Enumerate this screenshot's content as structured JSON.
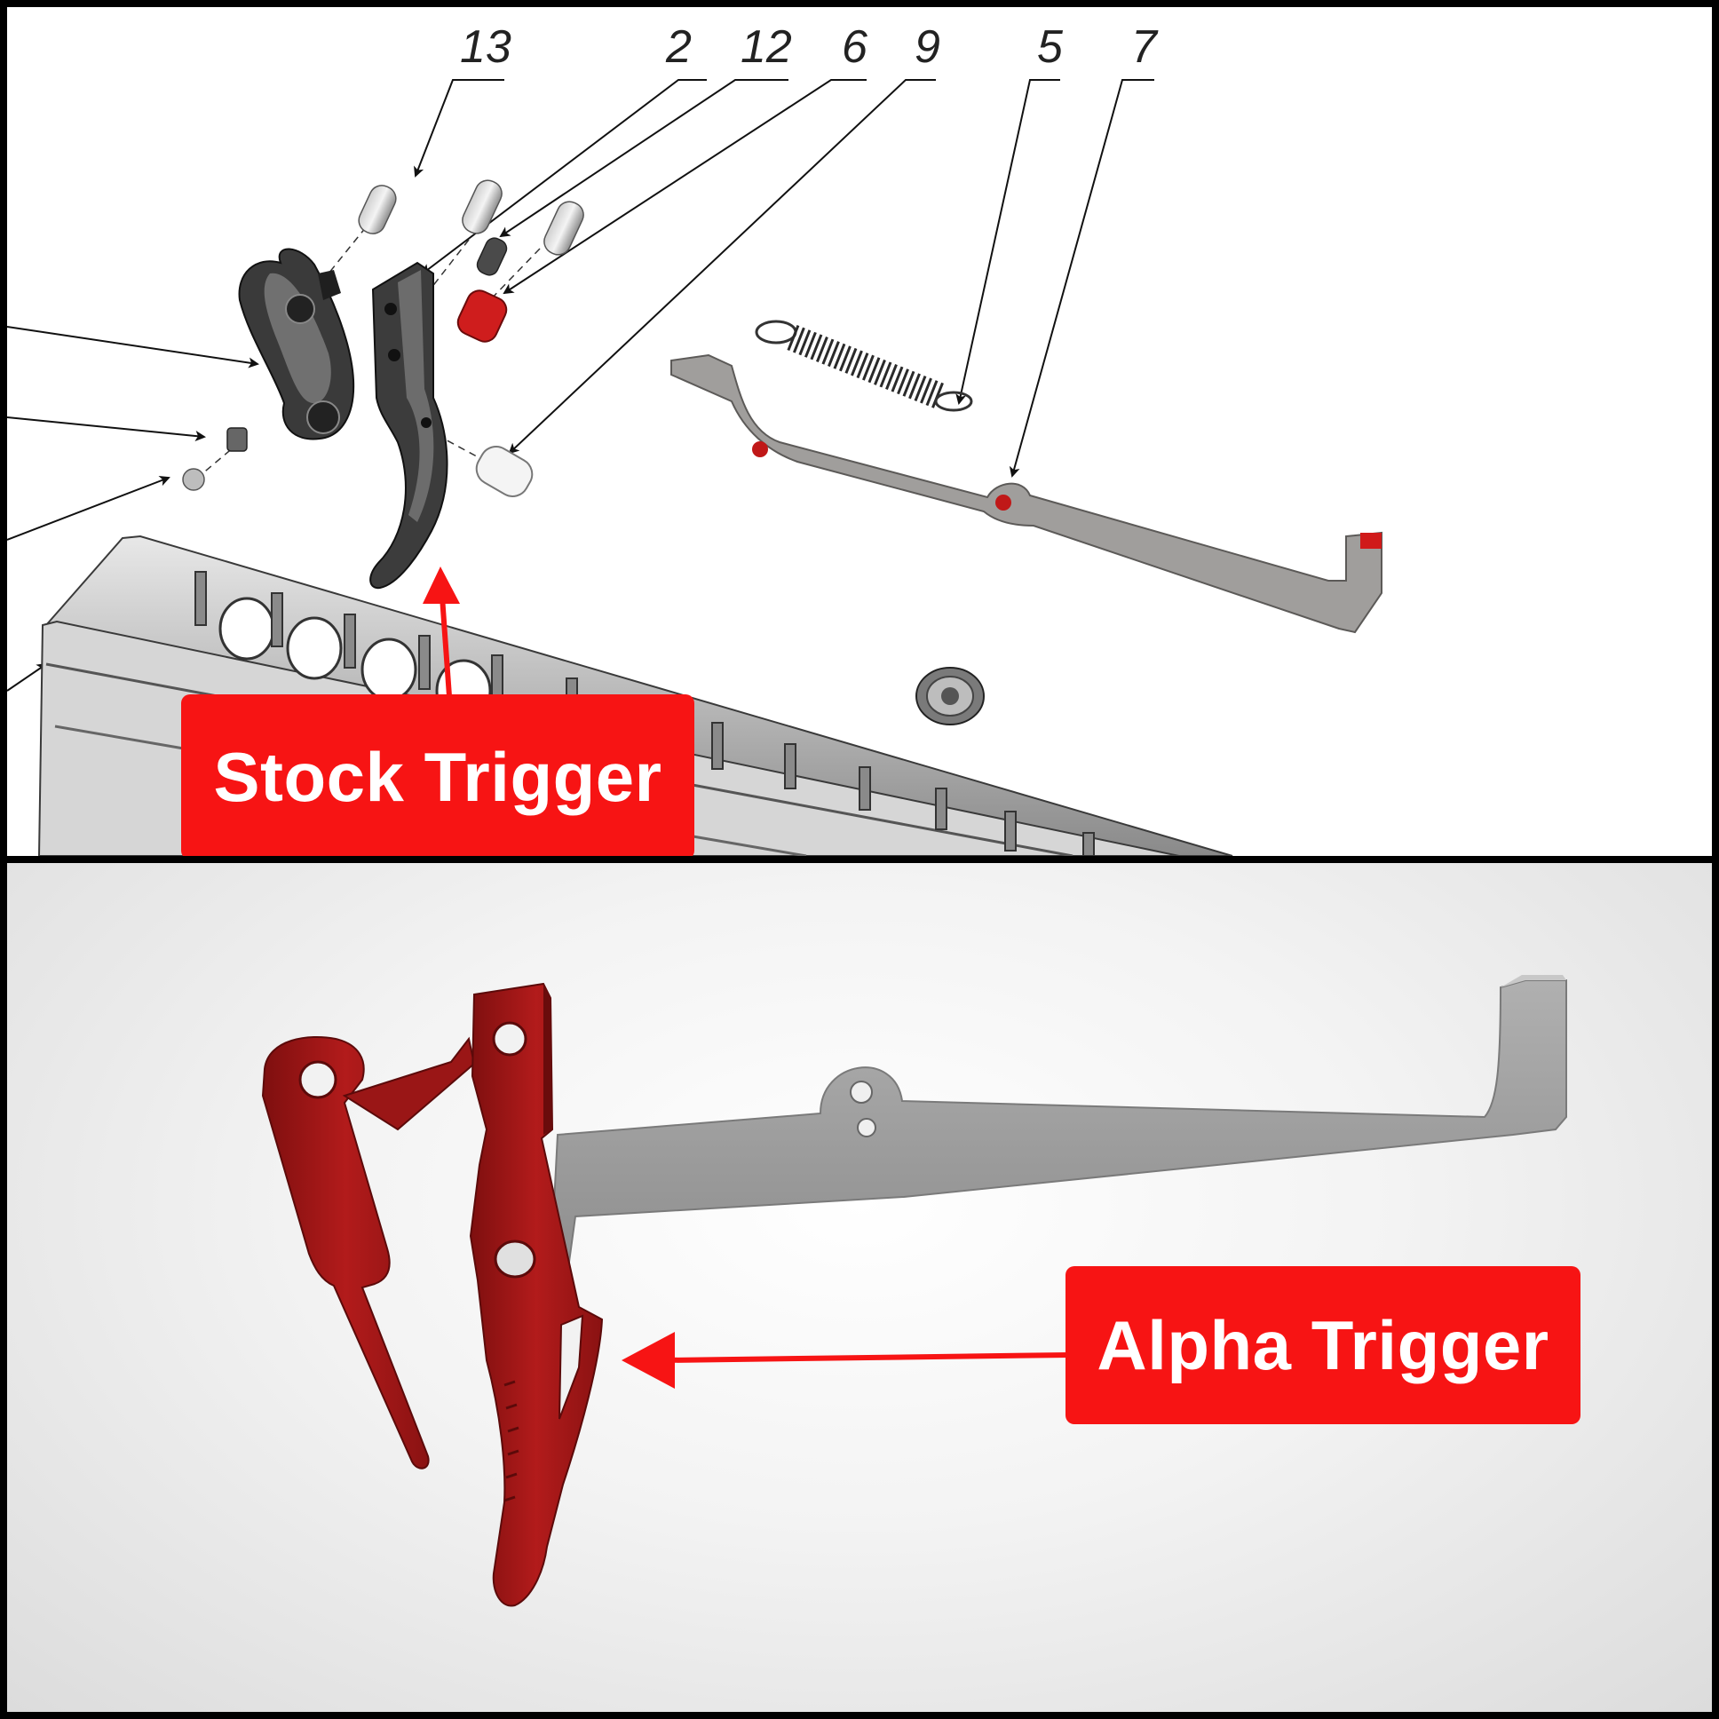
{
  "top_panel": {
    "part_numbers": [
      "13",
      "2",
      "12",
      "6",
      "9",
      "5",
      "7"
    ],
    "callout_label": "Stock Trigger"
  },
  "bottom_panel": {
    "callout_label": "Alpha Trigger"
  },
  "colors": {
    "callout": "#f71414",
    "alpha_trigger": "#a71818",
    "steel": "#9a9a9a",
    "dark_part": "#3a3a3a"
  }
}
